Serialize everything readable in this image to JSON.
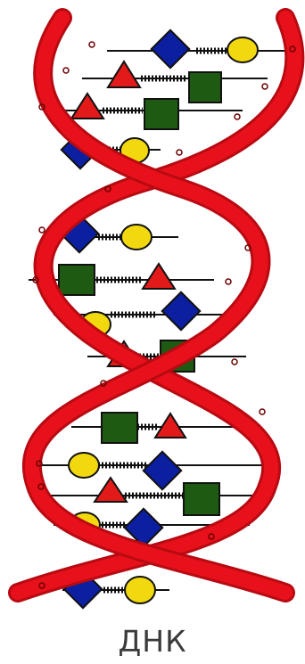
{
  "caption": "ДНК",
  "colors": {
    "strand": "#e8111b",
    "strand_shade": "#b80a12",
    "adenine_square": "#1f5a12",
    "triangle": "#e21a1a",
    "diamond": "#0b1fa0",
    "circle": "#f2d90f",
    "outline": "#111111",
    "backbone_line": "#111111"
  },
  "icons": [
    "square-base",
    "triangle-base",
    "diamond-base",
    "circle-base"
  ]
}
